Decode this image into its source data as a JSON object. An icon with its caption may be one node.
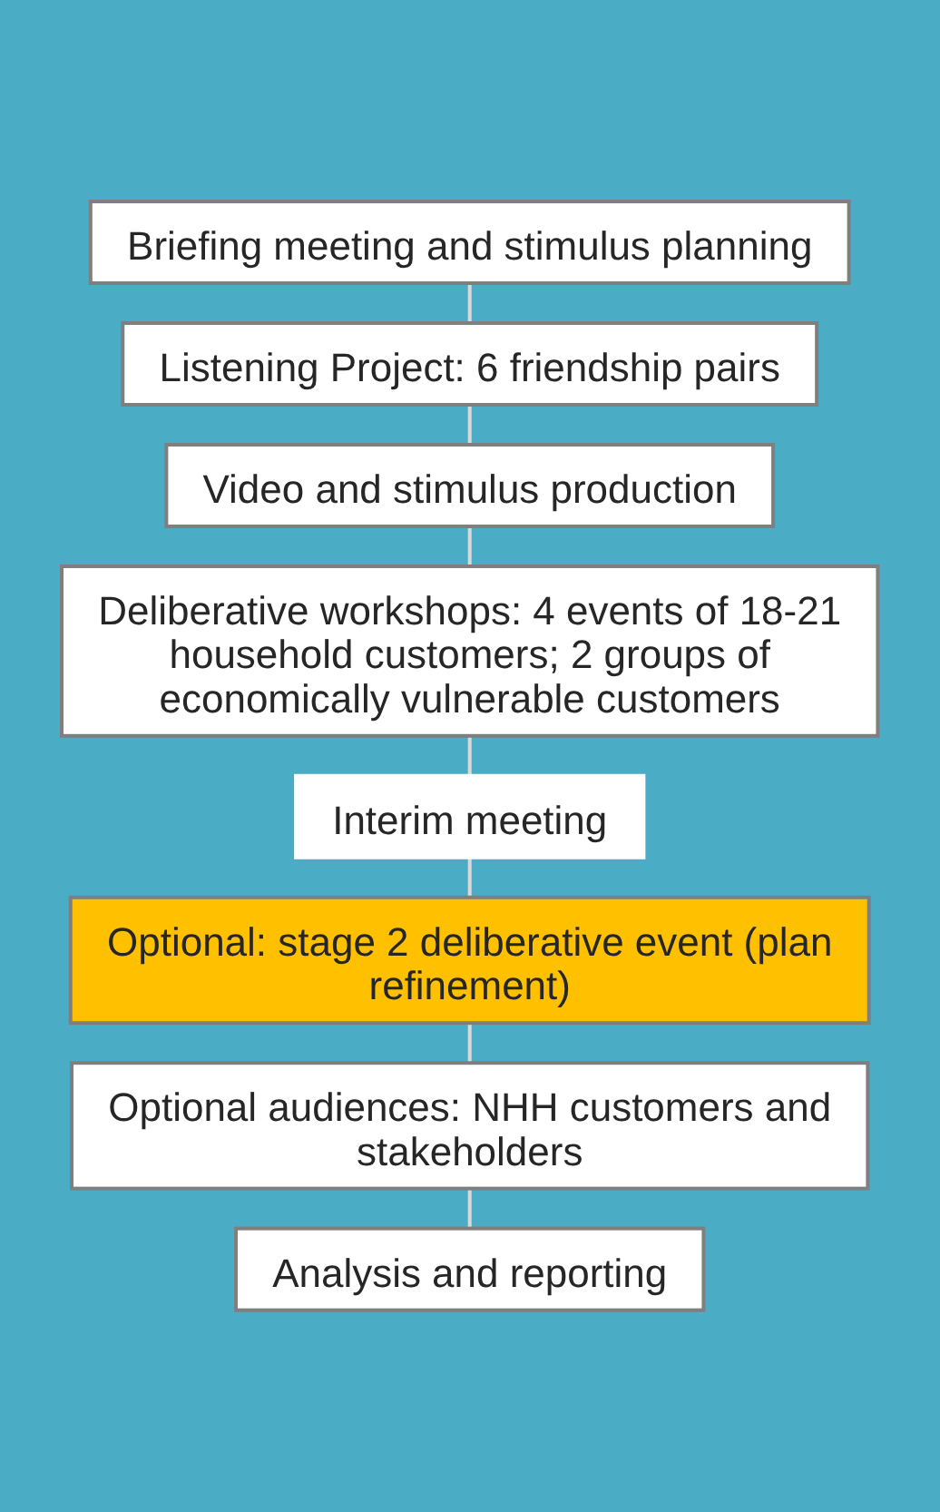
{
  "diagram": {
    "nodes": [
      {
        "text": [
          "Briefing meeting and stimulus planning"
        ]
      },
      {
        "text": [
          "Listening Project: 6 friendship pairs"
        ]
      },
      {
        "text": [
          "Video and stimulus production"
        ]
      },
      {
        "text": [
          "Deliberative workshops: 4 events of 18-21 household customers; 2 groups of economically vulnerable customers"
        ]
      },
      {
        "text": [
          "Interim meeting"
        ]
      },
      {
        "text": [
          "Optional: stage 2 deliberative event (plan refinement)"
        ]
      },
      {
        "text": [
          "Optional audiences: NHH customers and stakeholders"
        ]
      },
      {
        "text": [
          "Analysis and reporting"
        ]
      }
    ],
    "edges": [
      {
        "from": 0,
        "to": 1,
        "arrow": "none"
      },
      {
        "from": 1,
        "to": 2,
        "arrow": "none"
      },
      {
        "from": 2,
        "to": 3,
        "arrow": "none"
      },
      {
        "from": 3,
        "to": 4,
        "arrow": "none"
      },
      {
        "from": 4,
        "to": 5,
        "arrow": "none"
      },
      {
        "from": 5,
        "to": 6,
        "arrow": "none"
      },
      {
        "from": 6,
        "to": 7,
        "arrow": "none"
      }
    ]
  }
}
